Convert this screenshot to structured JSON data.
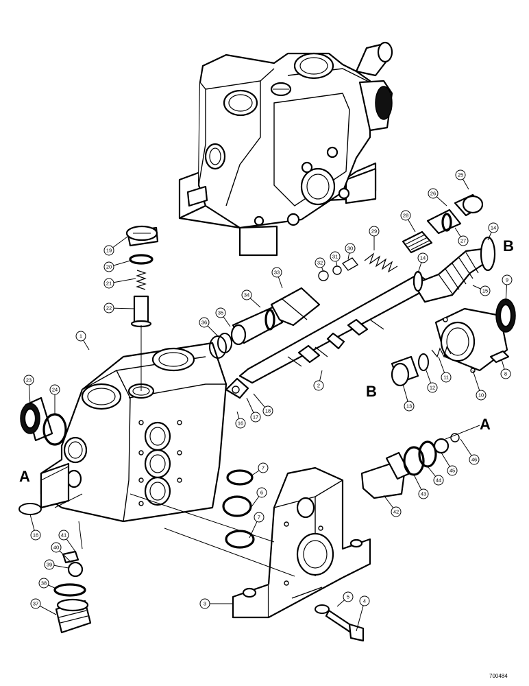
{
  "diagram": {
    "type": "exploded parts view",
    "figure_number": "700484",
    "section_markers": {
      "a_left": "A",
      "a_right": "A",
      "b_top": "B",
      "b_left": "B"
    },
    "callouts": [
      "1",
      "2",
      "3",
      "4",
      "5",
      "6",
      "7",
      "7",
      "8",
      "9",
      "10",
      "11",
      "12",
      "13",
      "14",
      "14",
      "15",
      "16",
      "16",
      "17",
      "18",
      "19",
      "20",
      "21",
      "22",
      "23",
      "24",
      "25",
      "26",
      "27",
      "28",
      "29",
      "30",
      "31",
      "32",
      "33",
      "34",
      "35",
      "36",
      "37",
      "38",
      "39",
      "40",
      "41",
      "42",
      "43",
      "44",
      "45",
      "46"
    ]
  }
}
